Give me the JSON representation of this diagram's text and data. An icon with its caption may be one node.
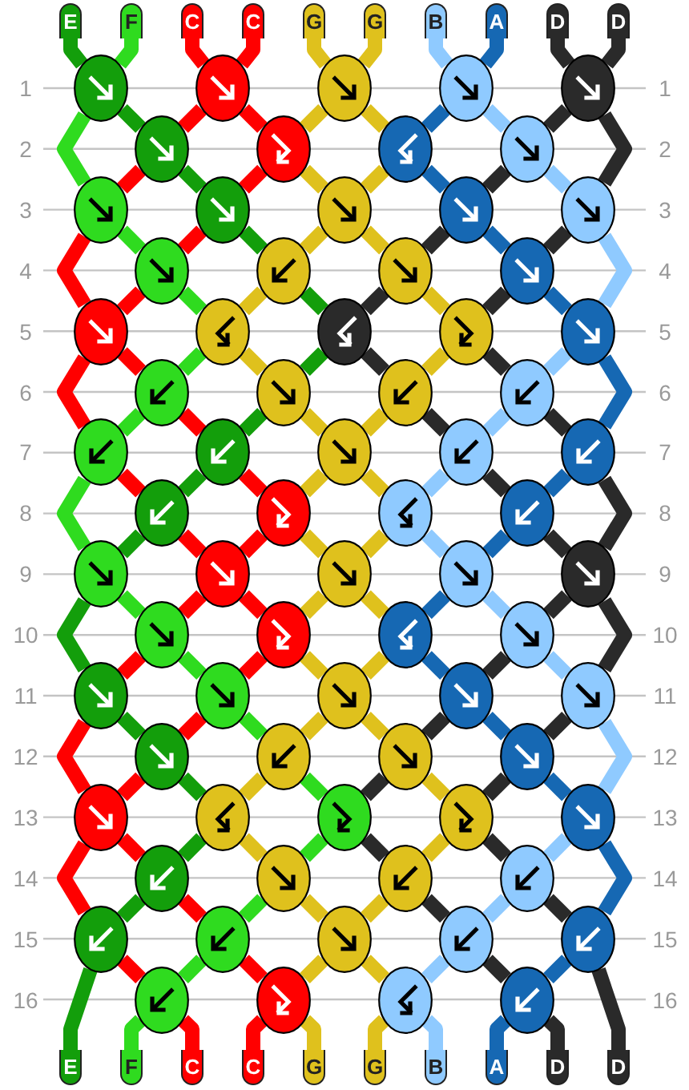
{
  "diagram": {
    "nodes": [
      {
        "text": [
          "E"
        ]
      },
      {
        "text": [
          "F"
        ]
      },
      {
        "text": [
          "C"
        ]
      },
      {
        "text": [
          "C"
        ]
      },
      {
        "text": [
          "G"
        ]
      },
      {
        "text": [
          "G"
        ]
      },
      {
        "text": [
          "B"
        ]
      },
      {
        "text": [
          "A"
        ]
      },
      {
        "text": [
          "D"
        ]
      },
      {
        "text": [
          "D"
        ]
      },
      {
        "text": [],
        "shape": "circle"
      },
      {
        "text": [],
        "shape": "circle"
      },
      {
        "text": [],
        "shape": "circle"
      },
      {
        "text": [],
        "shape": "circle"
      },
      {
        "text": [],
        "shape": "circle"
      },
      {
        "text": [],
        "shape": "circle"
      },
      {
        "text": [],
        "shape": "circle"
      },
      {
        "text": [],
        "shape": "circle"
      },
      {
        "text": [],
        "shape": "circle"
      },
      {
        "text": [],
        "shape": "circle"
      },
      {
        "text": [],
        "shape": "circle"
      },
      {
        "text": [],
        "shape": "circle"
      },
      {
        "text": [],
        "shape": "circle"
      },
      {
        "text": [],
        "shape": "circle"
      },
      {
        "text": [],
        "shape": "circle"
      },
      {
        "text": [],
        "shape": "circle"
      },
      {
        "text": [],
        "shape": "circle"
      },
      {
        "text": [],
        "shape": "circle"
      },
      {
        "text": [],
        "shape": "circle"
      },
      {
        "text": [],
        "shape": "circle"
      },
      {
        "text": [],
        "shape": "circle"
      },
      {
        "text": [],
        "shape": "circle"
      },
      {
        "text": [],
        "shape": "circle"
      },
      {
        "text": [],
        "shape": "circle"
      },
      {
        "text": [],
        "shape": "circle"
      },
      {
        "text": [],
        "shape": "circle"
      },
      {
        "text": [],
        "shape": "circle"
      },
      {
        "text": [],
        "shape": "circle"
      },
      {
        "text": [],
        "shape": "circle"
      },
      {
        "text": [],
        "shape": "circle"
      },
      {
        "text": [],
        "shape": "circle"
      },
      {
        "text": [],
        "shape": "circle"
      },
      {
        "text": [],
        "shape": "circle"
      },
      {
        "text": [],
        "shape": "circle"
      },
      {
        "text": [],
        "shape": "circle"
      },
      {
        "text": [],
        "shape": "circle"
      },
      {
        "text": [],
        "shape": "circle"
      },
      {
        "text": [],
        "shape": "circle"
      },
      {
        "text": [],
        "shape": "circle"
      },
      {
        "text": [],
        "shape": "circle"
      },
      {
        "text": [],
        "shape": "circle"
      },
      {
        "text": [],
        "shape": "circle"
      },
      {
        "text": [],
        "shape": "circle"
      },
      {
        "text": [],
        "shape": "circle"
      },
      {
        "text": [],
        "shape": "circle"
      },
      {
        "text": [],
        "shape": "circle"
      },
      {
        "text": [],
        "shape": "circle"
      },
      {
        "text": [],
        "shape": "circle"
      },
      {
        "text": [],
        "shape": "circle"
      },
      {
        "text": [],
        "shape": "circle"
      },
      {
        "text": [],
        "shape": "circle"
      },
      {
        "text": [],
        "shape": "circle"
      },
      {
        "text": [],
        "shape": "circle"
      },
      {
        "text": [],
        "shape": "circle"
      },
      {
        "text": [],
        "shape": "circle"
      },
      {
        "text": [],
        "shape": "circle"
      },
      {
        "text": [],
        "shape": "circle"
      },
      {
        "text": [],
        "shape": "circle"
      },
      {
        "text": [],
        "shape": "circle"
      },
      {
        "text": [],
        "shape": "circle"
      },
      {
        "text": [],
        "shape": "circle"
      },
      {
        "text": [],
        "shape": "circle"
      },
      {
        "text": [],
        "shape": "circle"
      },
      {
        "text": [],
        "shape": "circle"
      },
      {
        "text": [],
        "shape": "circle"
      },
      {
        "text": [],
        "shape": "circle"
      },
      {
        "text": [],
        "shape": "circle"
      },
      {
        "text": [],
        "shape": "circle"
      },
      {
        "text": [],
        "shape": "circle"
      },
      {
        "text": [],
        "shape": "circle"
      },
      {
        "text": [],
        "shape": "circle"
      },
      {
        "text": [],
        "shape": "circle"
      },
      {
        "text": [
          "E"
        ]
      },
      {
        "text": [
          "F"
        ]
      },
      {
        "text": [
          "C"
        ]
      },
      {
        "text": [
          "C"
        ]
      },
      {
        "text": [
          "G"
        ]
      },
      {
        "text": [
          "G"
        ]
      },
      {
        "text": [
          "B"
        ]
      },
      {
        "text": [
          "A"
        ]
      },
      {
        "text": [
          "D"
        ]
      },
      {
        "text": [
          "D"
        ]
      }
    ],
    "edges": [
      {
        "from": 0,
        "to": 10,
        "arrow": "none",
        "color": "#139e0b"
      },
      {
        "from": 1,
        "to": 10,
        "arrow": "none",
        "color": "#2fdb1f"
      },
      {
        "from": 2,
        "to": 11,
        "arrow": "none",
        "color": "#ff0000"
      },
      {
        "from": 3,
        "to": 11,
        "arrow": "none",
        "color": "#ff0000"
      },
      {
        "from": 4,
        "to": 12,
        "arrow": "none",
        "color": "#dfc11d"
      },
      {
        "from": 5,
        "to": 12,
        "arrow": "none",
        "color": "#dfc11d"
      },
      {
        "from": 6,
        "to": 13,
        "arrow": "none",
        "color": "#8fcaff"
      },
      {
        "from": 7,
        "to": 13,
        "arrow": "none",
        "color": "#1668b3"
      },
      {
        "from": 8,
        "to": 14,
        "arrow": "none",
        "color": "#2a2a2a"
      },
      {
        "from": 9,
        "to": 14,
        "arrow": "none",
        "color": "#2a2a2a"
      },
      {
        "from": 10,
        "to": 19,
        "arrow": "none",
        "color": "#2fdb1f"
      },
      {
        "from": 10,
        "to": 15,
        "arrow": "none",
        "color": "#139e0b"
      },
      {
        "from": 11,
        "to": 15,
        "arrow": "none",
        "color": "#ff0000"
      },
      {
        "from": 11,
        "to": 16,
        "arrow": "none",
        "color": "#ff0000"
      },
      {
        "from": 12,
        "to": 16,
        "arrow": "none",
        "color": "#dfc11d"
      },
      {
        "from": 12,
        "to": 17,
        "arrow": "none",
        "color": "#dfc11d"
      },
      {
        "from": 13,
        "to": 17,
        "arrow": "none",
        "color": "#1668b3"
      },
      {
        "from": 13,
        "to": 18,
        "arrow": "none",
        "color": "#8fcaff"
      },
      {
        "from": 14,
        "to": 18,
        "arrow": "none",
        "color": "#2a2a2a"
      },
      {
        "from": 14,
        "to": 23,
        "arrow": "none",
        "color": "#2a2a2a"
      },
      {
        "from": 15,
        "to": 19,
        "arrow": "none",
        "color": "#ff0000"
      },
      {
        "from": 15,
        "to": 20,
        "arrow": "none",
        "color": "#139e0b"
      },
      {
        "from": 16,
        "to": 20,
        "arrow": "none",
        "color": "#ff0000"
      },
      {
        "from": 16,
        "to": 21,
        "arrow": "none",
        "color": "#dfc11d"
      },
      {
        "from": 17,
        "to": 21,
        "arrow": "none",
        "color": "#dfc11d"
      },
      {
        "from": 17,
        "to": 22,
        "arrow": "none",
        "color": "#1668b3"
      },
      {
        "from": 18,
        "to": 22,
        "arrow": "none",
        "color": "#2a2a2a"
      },
      {
        "from": 18,
        "to": 23,
        "arrow": "none",
        "color": "#8fcaff"
      },
      {
        "from": 19,
        "to": 28,
        "arrow": "none",
        "color": "#ff0000"
      },
      {
        "from": 19,
        "to": 24,
        "arrow": "none",
        "color": "#2fdb1f"
      },
      {
        "from": 20,
        "to": 24,
        "arrow": "none",
        "color": "#ff0000"
      },
      {
        "from": 20,
        "to": 25,
        "arrow": "none",
        "color": "#139e0b"
      },
      {
        "from": 21,
        "to": 25,
        "arrow": "none",
        "color": "#dfc11d"
      },
      {
        "from": 21,
        "to": 26,
        "arrow": "none",
        "color": "#dfc11d"
      },
      {
        "from": 22,
        "to": 26,
        "arrow": "none",
        "color": "#2a2a2a"
      },
      {
        "from": 22,
        "to": 27,
        "arrow": "none",
        "color": "#1668b3"
      },
      {
        "from": 23,
        "to": 27,
        "arrow": "none",
        "color": "#2a2a2a"
      },
      {
        "from": 23,
        "to": 32,
        "arrow": "none",
        "color": "#8fcaff"
      },
      {
        "from": 24,
        "to": 28,
        "arrow": "none",
        "color": "#ff0000"
      },
      {
        "from": 24,
        "to": 29,
        "arrow": "none",
        "color": "#2fdb1f"
      },
      {
        "from": 25,
        "to": 29,
        "arrow": "none",
        "color": "#dfc11d"
      },
      {
        "from": 25,
        "to": 30,
        "arrow": "none",
        "color": "#139e0b"
      },
      {
        "from": 26,
        "to": 30,
        "arrow": "none",
        "color": "#2a2a2a"
      },
      {
        "from": 26,
        "to": 31,
        "arrow": "none",
        "color": "#dfc11d"
      },
      {
        "from": 27,
        "to": 31,
        "arrow": "none",
        "color": "#2a2a2a"
      },
      {
        "from": 27,
        "to": 32,
        "arrow": "none",
        "color": "#1668b3"
      },
      {
        "from": 28,
        "to": 37,
        "arrow": "none",
        "color": "#ff0000"
      },
      {
        "from": 28,
        "to": 33,
        "arrow": "none",
        "color": "#ff0000"
      },
      {
        "from": 29,
        "to": 33,
        "arrow": "none",
        "color": "#2fdb1f"
      },
      {
        "from": 29,
        "to": 34,
        "arrow": "none",
        "color": "#dfc11d"
      },
      {
        "from": 30,
        "to": 34,
        "arrow": "none",
        "color": "#139e0b"
      },
      {
        "from": 30,
        "to": 35,
        "arrow": "none",
        "color": "#2a2a2a"
      },
      {
        "from": 31,
        "to": 35,
        "arrow": "none",
        "color": "#dfc11d"
      },
      {
        "from": 31,
        "to": 36,
        "arrow": "none",
        "color": "#2a2a2a"
      },
      {
        "from": 32,
        "to": 36,
        "arrow": "none",
        "color": "#8fcaff"
      },
      {
        "from": 32,
        "to": 41,
        "arrow": "none",
        "color": "#1668b3"
      },
      {
        "from": 33,
        "to": 37,
        "arrow": "none",
        "color": "#2fdb1f"
      },
      {
        "from": 33,
        "to": 38,
        "arrow": "none",
        "color": "#ff0000"
      },
      {
        "from": 34,
        "to": 38,
        "arrow": "none",
        "color": "#139e0b"
      },
      {
        "from": 34,
        "to": 39,
        "arrow": "none",
        "color": "#dfc11d"
      },
      {
        "from": 35,
        "to": 39,
        "arrow": "none",
        "color": "#dfc11d"
      },
      {
        "from": 35,
        "to": 40,
        "arrow": "none",
        "color": "#2a2a2a"
      },
      {
        "from": 36,
        "to": 40,
        "arrow": "none",
        "color": "#8fcaff"
      },
      {
        "from": 36,
        "to": 41,
        "arrow": "none",
        "color": "#2a2a2a"
      },
      {
        "from": 37,
        "to": 46,
        "arrow": "none",
        "color": "#2fdb1f"
      },
      {
        "from": 37,
        "to": 42,
        "arrow": "none",
        "color": "#ff0000"
      },
      {
        "from": 38,
        "to": 42,
        "arrow": "none",
        "color": "#139e0b"
      },
      {
        "from": 38,
        "to": 43,
        "arrow": "none",
        "color": "#ff0000"
      },
      {
        "from": 39,
        "to": 43,
        "arrow": "none",
        "color": "#dfc11d"
      },
      {
        "from": 39,
        "to": 44,
        "arrow": "none",
        "color": "#dfc11d"
      },
      {
        "from": 40,
        "to": 44,
        "arrow": "none",
        "color": "#8fcaff"
      },
      {
        "from": 40,
        "to": 45,
        "arrow": "none",
        "color": "#2a2a2a"
      },
      {
        "from": 41,
        "to": 45,
        "arrow": "none",
        "color": "#1668b3"
      },
      {
        "from": 41,
        "to": 50,
        "arrow": "none",
        "color": "#2a2a2a"
      },
      {
        "from": 42,
        "to": 46,
        "arrow": "none",
        "color": "#139e0b"
      },
      {
        "from": 42,
        "to": 47,
        "arrow": "none",
        "color": "#ff0000"
      },
      {
        "from": 43,
        "to": 47,
        "arrow": "none",
        "color": "#ff0000"
      },
      {
        "from": 43,
        "to": 48,
        "arrow": "none",
        "color": "#dfc11d"
      },
      {
        "from": 44,
        "to": 48,
        "arrow": "none",
        "color": "#dfc11d"
      },
      {
        "from": 44,
        "to": 49,
        "arrow": "none",
        "color": "#8fcaff"
      },
      {
        "from": 45,
        "to": 49,
        "arrow": "none",
        "color": "#1668b3"
      },
      {
        "from": 45,
        "to": 50,
        "arrow": "none",
        "color": "#2a2a2a"
      },
      {
        "from": 46,
        "to": 55,
        "arrow": "none",
        "color": "#139e0b"
      },
      {
        "from": 46,
        "to": 51,
        "arrow": "none",
        "color": "#2fdb1f"
      },
      {
        "from": 47,
        "to": 51,
        "arrow": "none",
        "color": "#ff0000"
      },
      {
        "from": 47,
        "to": 52,
        "arrow": "none",
        "color": "#ff0000"
      },
      {
        "from": 48,
        "to": 52,
        "arrow": "none",
        "color": "#dfc11d"
      },
      {
        "from": 48,
        "to": 53,
        "arrow": "none",
        "color": "#dfc11d"
      },
      {
        "from": 49,
        "to": 53,
        "arrow": "none",
        "color": "#1668b3"
      },
      {
        "from": 49,
        "to": 54,
        "arrow": "none",
        "color": "#8fcaff"
      },
      {
        "from": 50,
        "to": 54,
        "arrow": "none",
        "color": "#2a2a2a"
      },
      {
        "from": 50,
        "to": 59,
        "arrow": "none",
        "color": "#2a2a2a"
      },
      {
        "from": 51,
        "to": 55,
        "arrow": "none",
        "color": "#ff0000"
      },
      {
        "from": 51,
        "to": 56,
        "arrow": "none",
        "color": "#2fdb1f"
      },
      {
        "from": 52,
        "to": 56,
        "arrow": "none",
        "color": "#ff0000"
      },
      {
        "from": 52,
        "to": 57,
        "arrow": "none",
        "color": "#dfc11d"
      },
      {
        "from": 53,
        "to": 57,
        "arrow": "none",
        "color": "#dfc11d"
      },
      {
        "from": 53,
        "to": 58,
        "arrow": "none",
        "color": "#1668b3"
      },
      {
        "from": 54,
        "to": 58,
        "arrow": "none",
        "color": "#2a2a2a"
      },
      {
        "from": 54,
        "to": 59,
        "arrow": "none",
        "color": "#8fcaff"
      },
      {
        "from": 55,
        "to": 64,
        "arrow": "none",
        "color": "#ff0000"
      },
      {
        "from": 55,
        "to": 60,
        "arrow": "none",
        "color": "#139e0b"
      },
      {
        "from": 56,
        "to": 60,
        "arrow": "none",
        "color": "#ff0000"
      },
      {
        "from": 56,
        "to": 61,
        "arrow": "none",
        "color": "#2fdb1f"
      },
      {
        "from": 57,
        "to": 61,
        "arrow": "none",
        "color": "#dfc11d"
      },
      {
        "from": 57,
        "to": 62,
        "arrow": "none",
        "color": "#dfc11d"
      },
      {
        "from": 58,
        "to": 62,
        "arrow": "none",
        "color": "#2a2a2a"
      },
      {
        "from": 58,
        "to": 63,
        "arrow": "none",
        "color": "#1668b3"
      },
      {
        "from": 59,
        "to": 63,
        "arrow": "none",
        "color": "#2a2a2a"
      },
      {
        "from": 59,
        "to": 68,
        "arrow": "none",
        "color": "#8fcaff"
      },
      {
        "from": 60,
        "to": 64,
        "arrow": "none",
        "color": "#ff0000"
      },
      {
        "from": 60,
        "to": 65,
        "arrow": "none",
        "color": "#139e0b"
      },
      {
        "from": 61,
        "to": 65,
        "arrow": "none",
        "color": "#dfc11d"
      },
      {
        "from": 61,
        "to": 66,
        "arrow": "none",
        "color": "#2fdb1f"
      },
      {
        "from": 62,
        "to": 66,
        "arrow": "none",
        "color": "#2a2a2a"
      },
      {
        "from": 62,
        "to": 67,
        "arrow": "none",
        "color": "#dfc11d"
      },
      {
        "from": 63,
        "to": 67,
        "arrow": "none",
        "color": "#2a2a2a"
      },
      {
        "from": 63,
        "to": 68,
        "arrow": "none",
        "color": "#1668b3"
      },
      {
        "from": 64,
        "to": 73,
        "arrow": "none",
        "color": "#ff0000"
      },
      {
        "from": 64,
        "to": 69,
        "arrow": "none",
        "color": "#ff0000"
      },
      {
        "from": 65,
        "to": 69,
        "arrow": "none",
        "color": "#139e0b"
      },
      {
        "from": 65,
        "to": 70,
        "arrow": "none",
        "color": "#dfc11d"
      },
      {
        "from": 66,
        "to": 70,
        "arrow": "none",
        "color": "#2fdb1f"
      },
      {
        "from": 66,
        "to": 71,
        "arrow": "none",
        "color": "#2a2a2a"
      },
      {
        "from": 67,
        "to": 71,
        "arrow": "none",
        "color": "#dfc11d"
      },
      {
        "from": 67,
        "to": 72,
        "arrow": "none",
        "color": "#2a2a2a"
      },
      {
        "from": 68,
        "to": 72,
        "arrow": "none",
        "color": "#8fcaff"
      },
      {
        "from": 68,
        "to": 77,
        "arrow": "none",
        "color": "#1668b3"
      },
      {
        "from": 69,
        "to": 73,
        "arrow": "none",
        "color": "#139e0b"
      },
      {
        "from": 69,
        "to": 74,
        "arrow": "none",
        "color": "#ff0000"
      },
      {
        "from": 70,
        "to": 74,
        "arrow": "none",
        "color": "#2fdb1f"
      },
      {
        "from": 70,
        "to": 75,
        "arrow": "none",
        "color": "#dfc11d"
      },
      {
        "from": 71,
        "to": 75,
        "arrow": "none",
        "color": "#dfc11d"
      },
      {
        "from": 71,
        "to": 76,
        "arrow": "none",
        "color": "#2a2a2a"
      },
      {
        "from": 72,
        "to": 76,
        "arrow": "none",
        "color": "#8fcaff"
      },
      {
        "from": 72,
        "to": 77,
        "arrow": "none",
        "color": "#2a2a2a"
      },
      {
        "from": 73,
        "to": 82,
        "arrow": "none",
        "color": "#139e0b"
      },
      {
        "from": 73,
        "to": 78,
        "arrow": "none",
        "color": "#ff0000"
      },
      {
        "from": 74,
        "to": 78,
        "arrow": "none",
        "color": "#2fdb1f"
      },
      {
        "from": 74,
        "to": 79,
        "arrow": "none",
        "color": "#ff0000"
      },
      {
        "from": 75,
        "to": 79,
        "arrow": "none",
        "color": "#dfc11d"
      },
      {
        "from": 75,
        "to": 80,
        "arrow": "none",
        "color": "#dfc11d"
      },
      {
        "from": 76,
        "to": 80,
        "arrow": "none",
        "color": "#8fcaff"
      },
      {
        "from": 76,
        "to": 81,
        "arrow": "none",
        "color": "#2a2a2a"
      },
      {
        "from": 77,
        "to": 81,
        "arrow": "none",
        "color": "#1668b3"
      },
      {
        "from": 77,
        "to": 91,
        "arrow": "none",
        "color": "#2a2a2a"
      },
      {
        "from": 78,
        "to": 83,
        "arrow": "none",
        "color": "#2fdb1f"
      },
      {
        "from": 78,
        "to": 84,
        "arrow": "none",
        "color": "#ff0000"
      },
      {
        "from": 79,
        "to": 85,
        "arrow": "none",
        "color": "#ff0000"
      },
      {
        "from": 79,
        "to": 86,
        "arrow": "none",
        "color": "#dfc11d"
      },
      {
        "from": 80,
        "to": 87,
        "arrow": "none",
        "color": "#dfc11d"
      },
      {
        "from": 80,
        "to": 88,
        "arrow": "none",
        "color": "#8fcaff"
      },
      {
        "from": 81,
        "to": 89,
        "arrow": "none",
        "color": "#1668b3"
      },
      {
        "from": 81,
        "to": 90,
        "arrow": "none",
        "color": "#2a2a2a"
      }
    ],
    "labels": [
      "1",
      "1",
      "2",
      "2",
      "3",
      "3",
      "4",
      "4",
      "5",
      "5",
      "6",
      "6",
      "7",
      "7",
      "8",
      "8",
      "9",
      "9",
      "10",
      "10",
      "11",
      "11",
      "12",
      "12",
      "13",
      "13",
      "14",
      "14",
      "15",
      "15",
      "16",
      "16"
    ]
  }
}
